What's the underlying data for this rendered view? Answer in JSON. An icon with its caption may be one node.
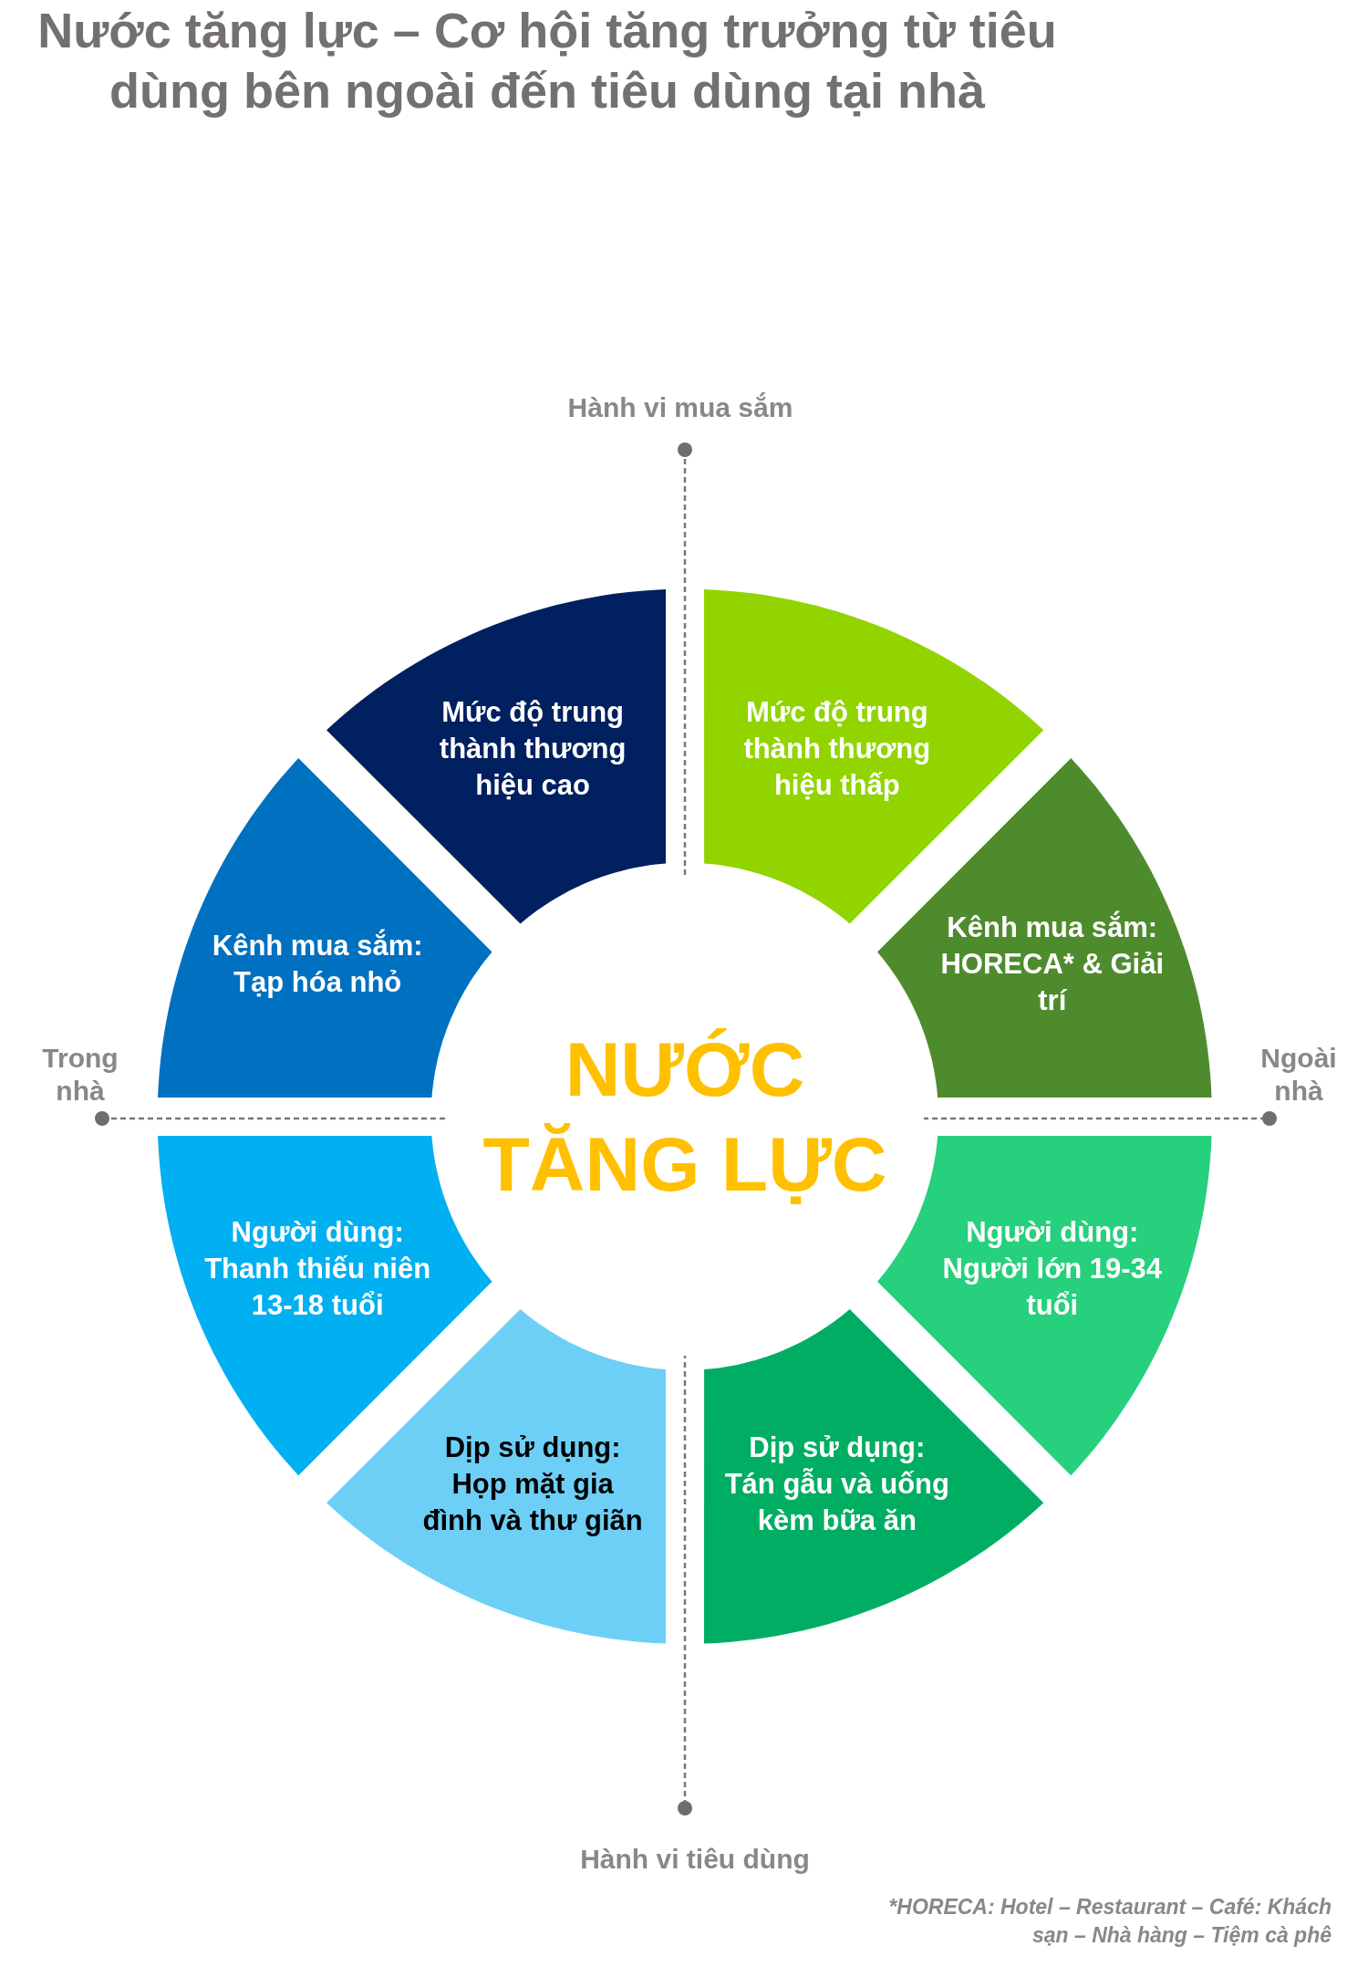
{
  "diagram": {
    "title": "Nước tăng lực – Cơ hội tăng trưởng từ tiêu dùng bên ngoài đến tiêu dùng tại nhà",
    "nodes": [
      {
        "text": [
          "NƯỚC TĂNG LỰC"
        ]
      },
      {
        "text": [
          "Mức độ trung thành thương hiệu cao"
        ]
      },
      {
        "text": [
          "Mức độ trung thành thương hiệu thấp"
        ]
      },
      {
        "text": [
          "Kênh mua sắm: Tạp hóa nhỏ"
        ]
      },
      {
        "text": [
          "Kênh mua sắm: HORECA* & Giải trí"
        ]
      },
      {
        "text": [
          "Người dùng: Thanh thiếu niên 13-18 tuổi"
        ]
      },
      {
        "text": [
          "Người dùng: Người lớn 19-34 tuổi"
        ]
      },
      {
        "text": [
          "Dịp sử dụng: Họp mặt gia đình và thư giãn"
        ]
      },
      {
        "text": [
          "Dịp sử dụng: Tán gẫu và uống kèm bữa ăn"
        ]
      }
    ],
    "labels": [
      "Hành vi mua sắm",
      "Trong nhà",
      "Ngoài nhà",
      "Hành vi tiêu dùng",
      "*HORECA: Hotel – Restaurant – Café: Khách sạn – Nhà hàng – Tiệm cà phê"
    ]
  }
}
